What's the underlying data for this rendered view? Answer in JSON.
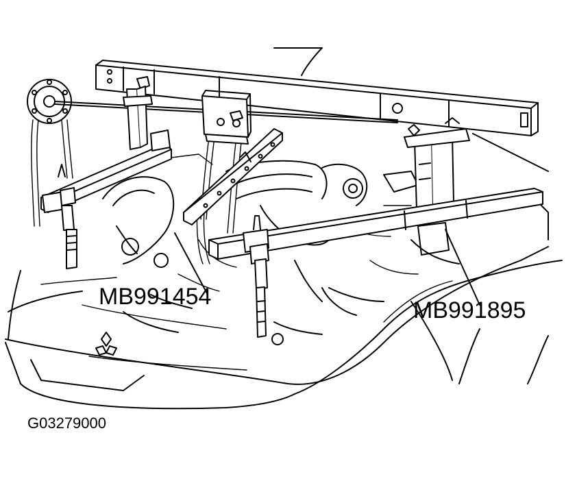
{
  "figure": {
    "callout_a": "MB991454",
    "callout_b": "MB991895",
    "figure_code": "G03279000"
  },
  "colors": {
    "ink": "#000000",
    "paper": "#ffffff"
  }
}
